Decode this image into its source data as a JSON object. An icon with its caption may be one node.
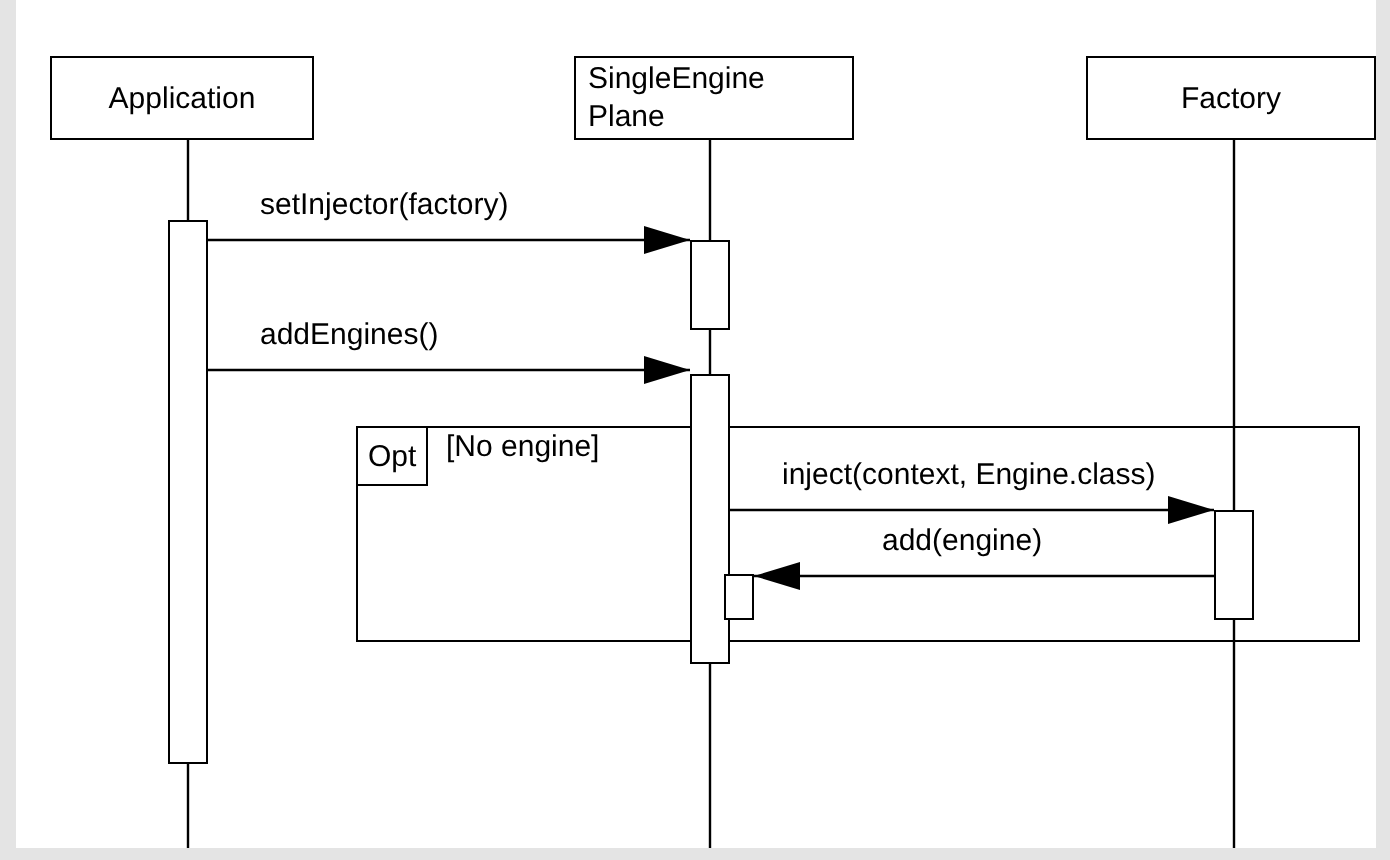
{
  "diagram": {
    "nodes": [
      {
        "text": [
          "Application"
        ]
      },
      {
        "text": [
          "SingleEngine Plane"
        ]
      },
      {
        "text": [
          "Factory"
        ]
      },
      {
        "text": [
          "Opt",
          "[No engine]"
        ]
      },
      {
        "text": [],
        "shape": "bar"
      },
      {
        "text": [],
        "shape": "bar"
      },
      {
        "text": [],
        "shape": "bar"
      },
      {
        "text": [],
        "shape": "bar",
        "in": 3
      },
      {
        "text": [],
        "shape": "bar",
        "in": 3
      }
    ],
    "edges": [
      {
        "from": 4,
        "to": 5,
        "arrow": "to",
        "label": "setInjector(factory)"
      },
      {
        "from": 4,
        "to": 6,
        "arrow": "to",
        "label": "addEngines()"
      },
      {
        "from": 6,
        "to": 7,
        "arrow": "to",
        "label": "inject(context, Engine.class)"
      },
      {
        "from": 7,
        "to": 8,
        "arrow": "to",
        "label": "add(engine)"
      }
    ]
  }
}
